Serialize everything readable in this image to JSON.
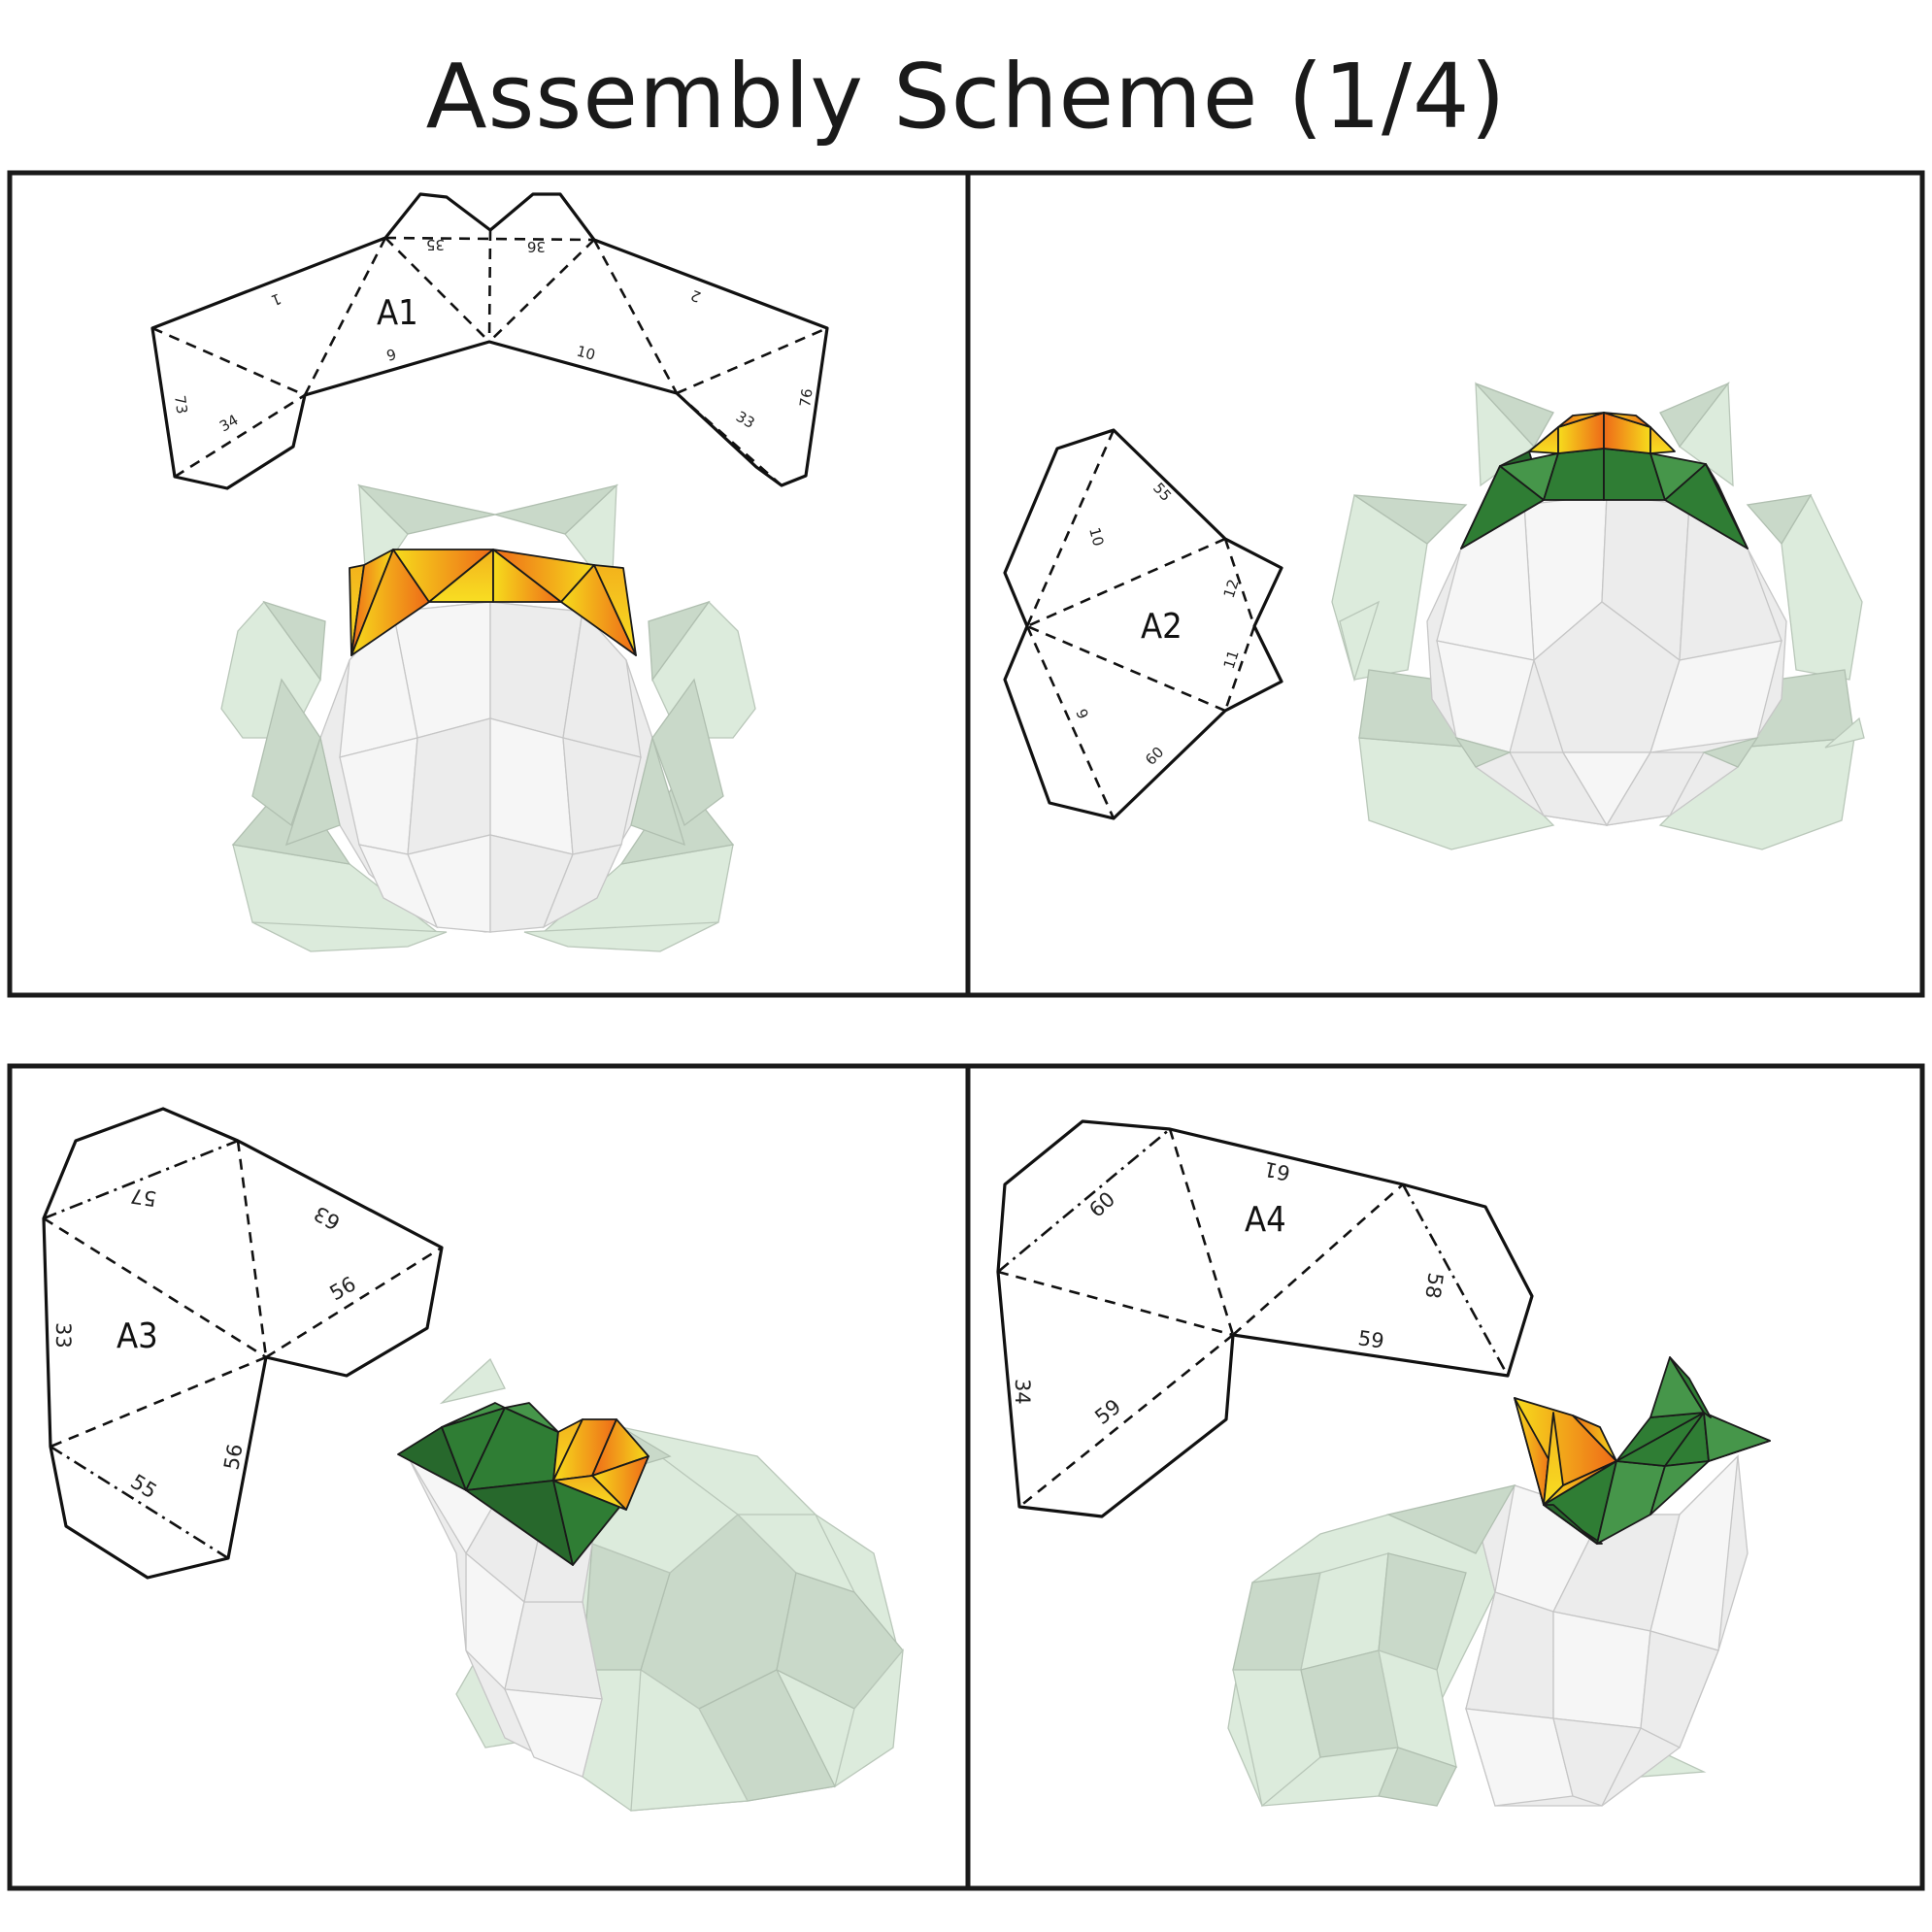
{
  "title": "Assembly Scheme (1/4)",
  "panels": [
    {
      "part": "A1",
      "edge_numbers": [
        "35",
        "36",
        "1",
        "2",
        "9",
        "10",
        "73",
        "34",
        "33",
        "76"
      ]
    },
    {
      "part": "A2",
      "edge_numbers": [
        "55",
        "10",
        "12",
        "11",
        "9",
        "60"
      ]
    },
    {
      "part": "A3",
      "edge_numbers": [
        "57",
        "63",
        "56",
        "33",
        "56",
        "55"
      ]
    },
    {
      "part": "A4",
      "edge_numbers": [
        "61",
        "60",
        "58",
        "59",
        "34",
        "59"
      ]
    }
  ],
  "colors": {
    "highlight_orange": "#f07a1a",
    "highlight_yellow": "#f6d21a",
    "highlight_green": "#2f7d34",
    "ghost_green": "#dcebdc",
    "ghost_white": "#ececec"
  }
}
